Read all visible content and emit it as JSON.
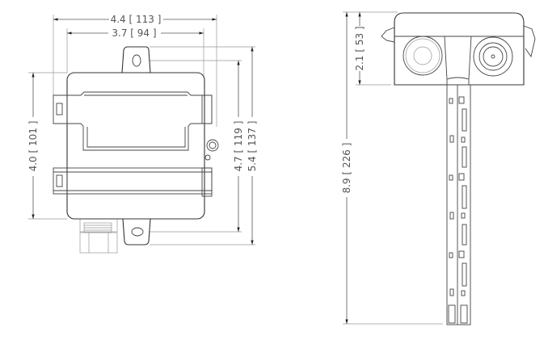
{
  "front_view": {
    "width_overall": "4.4 [ 113 ]",
    "width_body": "3.7 [ 94 ]",
    "height_body": "4.0 [ 101 ]",
    "height_mount_holes": "4.7 [ 119 ]",
    "height_overall": "5.4 [ 137 ]"
  },
  "side_view": {
    "housing_height": "2.1 [ 53 ]",
    "overall_length": "8.9 [ 226 ]"
  }
}
